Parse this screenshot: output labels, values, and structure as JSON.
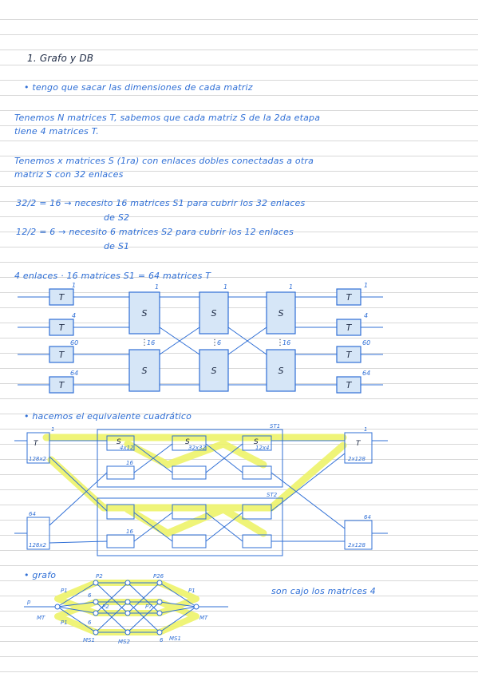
{
  "colors": {
    "ink": "#2f6fd6",
    "ink_dark": "#1d2a44",
    "box_fill": "#d6e6f7",
    "highlight": "#eef36a"
  },
  "heading": "1. Grafo y DB",
  "bullet_1": "• tengo que sacar las dimensiones de cada matriz",
  "para_1_line_1": "Tenemos N matrices T, sabemos que cada matriz S de la 2da etapa",
  "para_1_line_2": "tiene 4 matrices T.",
  "para_2_line_1": "Tenemos x matrices S (1ra) con enlaces dobles conectadas a otra",
  "para_2_line_2": "matriz S con 32 enlaces",
  "calc_1_line_1": "32/2 = 16 → necesito 16 matrices S1 para cubrir los 32 enlaces",
  "calc_1_line_2": "de S2",
  "calc_2_line_1": "12/2 = 6 → necesito 6 matrices S2 para cubrir los 12 enlaces",
  "calc_2_line_2": "de S1",
  "formula": "4 enlaces · 16 matrices S1 = 64 matrices T",
  "diagram_1": {
    "box_t": "T",
    "box_s": "S",
    "left_labels": [
      "1",
      "4",
      "60",
      "64"
    ],
    "right_labels": [
      "1",
      "4",
      "60",
      "64"
    ],
    "col_top_labels": [
      "1",
      "1",
      "1"
    ],
    "dots_labels": [
      "16",
      "6",
      "16"
    ]
  },
  "bullet_2": "• hacemos el equivalente cuadrático",
  "diagram_2": {
    "st1": "ST1",
    "st2": "ST2",
    "t_label": "T",
    "s_label": "S",
    "dim_left": "128x2",
    "dim_right": "2x128",
    "dim_s1": "4x12",
    "dim_s2": "32x32",
    "dim_s3": "12x4",
    "n_top": "1",
    "n_bottom": "64",
    "n_mid": "16"
  },
  "bullet_3": "• grafo",
  "graph": {
    "p": "p",
    "p1": "P1",
    "p2": "P2",
    "p26": "P26",
    "p7": "P7",
    "six": "6",
    "mt": "MT",
    "ms1": "MS1",
    "ms2": "MS2",
    "note": "son cajo los matrices 4"
  }
}
